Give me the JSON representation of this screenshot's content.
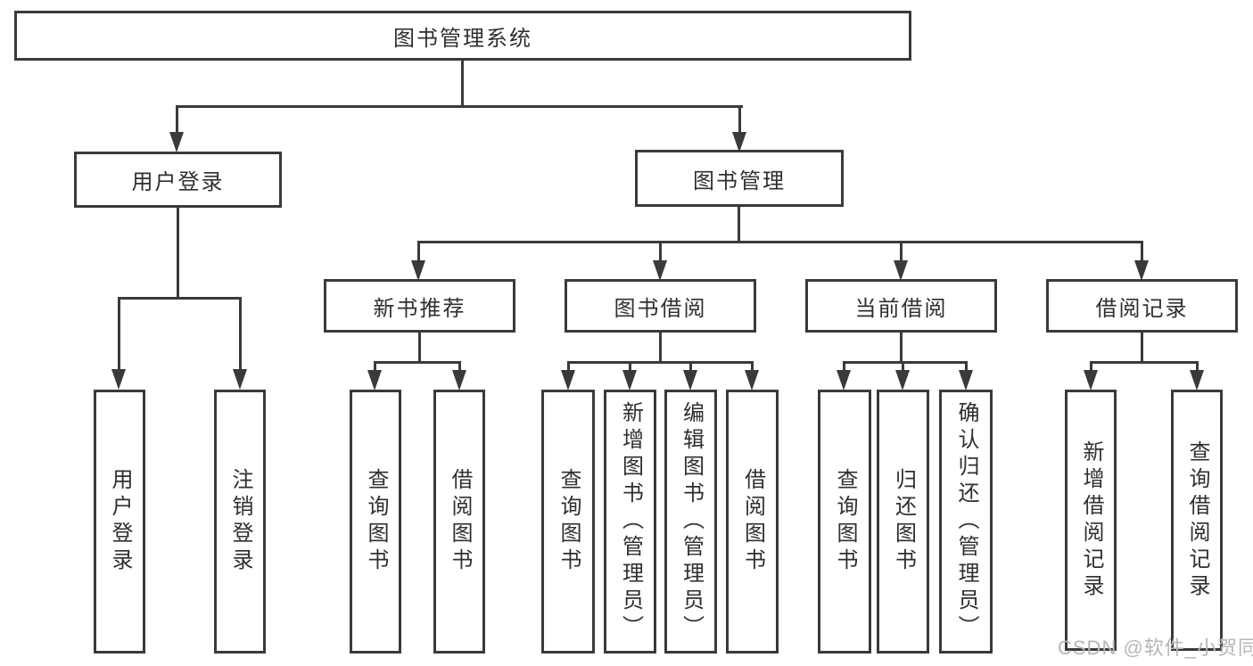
{
  "diagram": {
    "type": "tree",
    "line_color": "#3a3a3a",
    "box_fill": "#ffffff",
    "text_color": "#2f2f2f",
    "root": {
      "label": "图书管理系统"
    },
    "branches": [
      {
        "label": "用户登录",
        "children": [
          {
            "label": "用户登录"
          },
          {
            "label": "注销登录"
          }
        ]
      },
      {
        "label": "图书管理",
        "sections": [
          {
            "label": "新书推荐",
            "children": [
              {
                "label": "查询图书"
              },
              {
                "label": "借阅图书"
              }
            ]
          },
          {
            "label": "图书借阅",
            "children": [
              {
                "label": "查询图书"
              },
              {
                "label": "新增图书（管理员）"
              },
              {
                "label": "编辑图书（管理员）"
              },
              {
                "label": "借阅图书"
              }
            ]
          },
          {
            "label": "当前借阅",
            "children": [
              {
                "label": "查询图书"
              },
              {
                "label": "归还图书"
              },
              {
                "label": "确认归还（管理员）"
              }
            ]
          },
          {
            "label": "借阅记录",
            "children": [
              {
                "label": "新增借阅记录"
              },
              {
                "label": "查询借阅记录"
              }
            ]
          }
        ]
      }
    ]
  },
  "watermark": {
    "text": "CSDN @软件_小贺同学",
    "color": "#b6b6b6"
  }
}
